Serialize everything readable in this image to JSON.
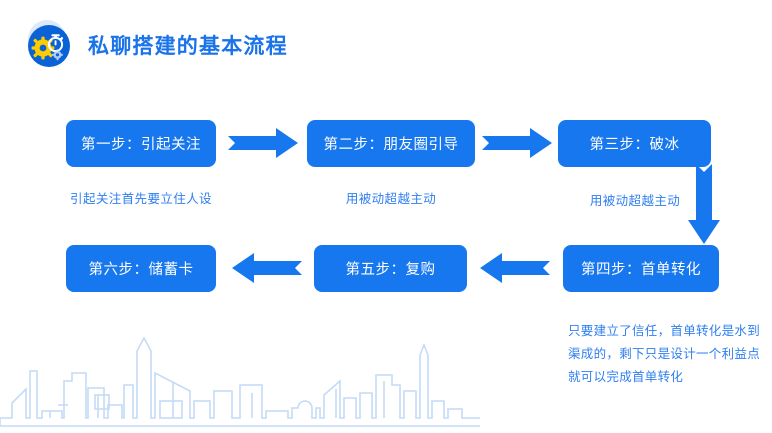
{
  "header": {
    "title": "私聊搭建的基本流程",
    "logo_icon": "gear-stopwatch-icon",
    "title_color": "#1a73e8"
  },
  "theme": {
    "box_fill": "#1677ef",
    "arrow_fill": "#1677ef",
    "caption_color": "#2f7ff0",
    "skyline_stroke": "#c4daf7",
    "background": "#ffffff"
  },
  "flow": {
    "row1": [
      {
        "label": "第一步：引起关注",
        "caption": "引起关注首先要立住人设"
      },
      {
        "label": "第二步：朋友圈引导",
        "caption": "用被动超越主动"
      },
      {
        "label": "第三步：破冰",
        "caption": "用被动超越主动"
      }
    ],
    "row2": [
      {
        "label": "第六步：储蓄卡",
        "caption": ""
      },
      {
        "label": "第五步：复购",
        "caption": ""
      },
      {
        "label": "第四步：首单转化",
        "caption": ""
      }
    ],
    "arrows": [
      {
        "name": "arrow-step1-to-step2",
        "direction": "right"
      },
      {
        "name": "arrow-step2-to-step3",
        "direction": "right"
      },
      {
        "name": "arrow-step3-to-step4",
        "direction": "down"
      },
      {
        "name": "arrow-step4-to-step5",
        "direction": "left"
      },
      {
        "name": "arrow-step5-to-step6",
        "direction": "left"
      }
    ]
  },
  "note": {
    "text": "只要建立了信任，首单转化是水到渠成的，剩下只是设计一个利益点就可以完成首单转化"
  },
  "decoration": {
    "skyline_name": "city-skyline-outline"
  }
}
